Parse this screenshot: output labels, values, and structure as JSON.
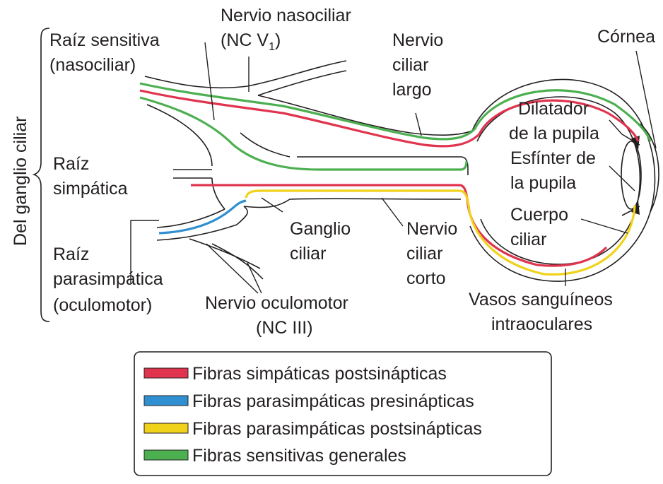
{
  "colors": {
    "sympathetic_post": "#e0344e",
    "parasympathetic_pre": "#2f8fd0",
    "parasympathetic_post": "#f0d21a",
    "sensory": "#4caf50",
    "outline": "#231f20"
  },
  "labels": {
    "nasociliary_nerve_1": "Nervio nasociliar",
    "nasociliary_nerve_2a": "(NC V",
    "nasociliary_nerve_2sub": "1",
    "nasociliary_nerve_2b": ")",
    "sensory_root_1": "Raíz sensitiva",
    "sensory_root_2": "(nasociliar)",
    "long_ciliary_1": "Nervio",
    "long_ciliary_2": "ciliar",
    "long_ciliary_3": "largo",
    "cornea": "Córnea",
    "dilator_1": "Dilatador",
    "dilator_2": "de la pupila",
    "sphincter_1": "Esfínter de",
    "sphincter_2": "la pupila",
    "ciliary_body_1": "Cuerpo",
    "ciliary_body_2": "ciliar",
    "ganglion_side": "Del ganglio ciliar",
    "sympathetic_root_1": "Raíz",
    "sympathetic_root_2": "simpática",
    "parasympathetic_root_1": "Raíz",
    "parasympathetic_root_2": "parasimpática",
    "parasympathetic_root_3": "(oculomotor)",
    "ciliary_ganglion_1": "Ganglio",
    "ciliary_ganglion_2": "ciliar",
    "short_ciliary_1": "Nervio",
    "short_ciliary_2": "ciliar",
    "short_ciliary_3": "corto",
    "oculomotor_1": "Nervio oculomotor",
    "oculomotor_2": "(NC III)",
    "vessels_1": "Vasos sanguíneos",
    "vessels_2": "intraoculares"
  },
  "legend": {
    "items": [
      {
        "label": "Fibras simpáticas postsinápticas",
        "color": "#e0344e"
      },
      {
        "label": "Fibras parasimpáticas presinápticas",
        "color": "#2f8fd0"
      },
      {
        "label": "Fibras parasimpáticas postsinápticas",
        "color": "#f0d21a"
      },
      {
        "label": "Fibras sensitivas generales",
        "color": "#4caf50"
      }
    ]
  }
}
